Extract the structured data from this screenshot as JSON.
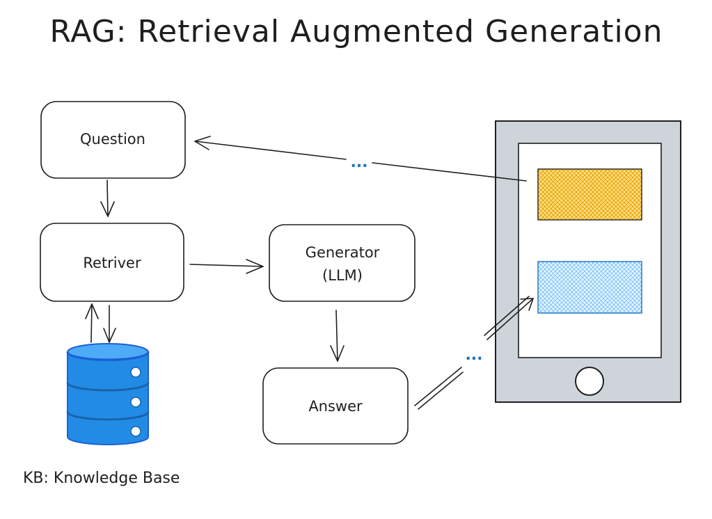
{
  "title": "RAG: Retrieval Augmented Generation",
  "nodes": {
    "question": "Question",
    "retriever": "Retriver",
    "generator_line1": "Generator",
    "generator_line2": "(LLM)",
    "answer": "Answer"
  },
  "kb_caption": "KB: Knowledge Base",
  "connector_dots": "...",
  "colors": {
    "question_fill": "#ffec99",
    "question_hatch": "#f0c419",
    "answer_fill": "#d0ebff",
    "answer_hatch": "#74c0fc",
    "db_blue": "#228be6",
    "db_stroke": "#1c5fd6",
    "phone_frame": "#ced4da",
    "phone_orange": "#fab005",
    "phone_blue": "#a5d8ff",
    "dots": "#1971c2"
  }
}
